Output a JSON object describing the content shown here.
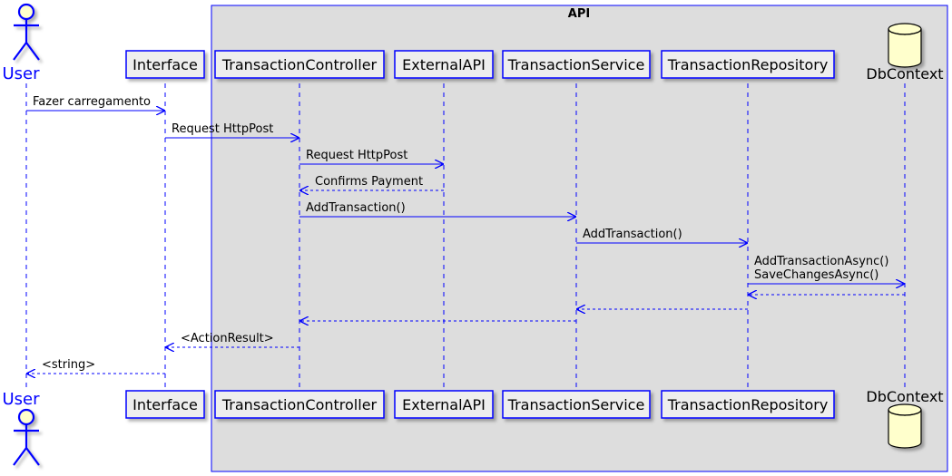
{
  "colors": {
    "line": "#0000ff",
    "box_fill": "#eeeeee",
    "group_fill": "#dddddd",
    "db_fill": "#ffffcc",
    "text": "#000000"
  },
  "group": {
    "title": "API"
  },
  "actor": {
    "name": "User",
    "icon": "stick-figure-icon"
  },
  "participants": [
    {
      "name": "Interface",
      "shape": "box"
    },
    {
      "name": "TransactionController",
      "shape": "box"
    },
    {
      "name": "ExternalAPI",
      "shape": "box"
    },
    {
      "name": "TransactionService",
      "shape": "box"
    },
    {
      "name": "TransactionRepository",
      "shape": "box"
    },
    {
      "name": "DbContext",
      "shape": "database",
      "icon": "database-icon"
    }
  ],
  "messages": [
    {
      "from": "User",
      "to": "Interface",
      "label": "Fazer carregamento",
      "style": "solid"
    },
    {
      "from": "Interface",
      "to": "TransactionController",
      "label": "Request HttpPost",
      "style": "solid"
    },
    {
      "from": "TransactionController",
      "to": "ExternalAPI",
      "label": "Request HttpPost",
      "style": "solid"
    },
    {
      "from": "ExternalAPI",
      "to": "TransactionController",
      "label": "Confirms Payment",
      "style": "dashed"
    },
    {
      "from": "TransactionController",
      "to": "TransactionService",
      "label": "AddTransaction()",
      "style": "solid"
    },
    {
      "from": "TransactionService",
      "to": "TransactionRepository",
      "label": "AddTransaction()",
      "style": "solid"
    },
    {
      "from": "TransactionRepository",
      "to": "DbContext",
      "label": "AddTransactionAsync()\nSaveChangesAsync()",
      "style": "solid"
    },
    {
      "from": "DbContext",
      "to": "TransactionRepository",
      "label": "",
      "style": "dashed"
    },
    {
      "from": "TransactionRepository",
      "to": "TransactionService",
      "label": "",
      "style": "dashed"
    },
    {
      "from": "TransactionService",
      "to": "TransactionController",
      "label": "",
      "style": "dashed"
    },
    {
      "from": "TransactionController",
      "to": "Interface",
      "label": "<ActionResult>",
      "style": "dashed"
    },
    {
      "from": "Interface",
      "to": "User",
      "label": "<string>",
      "style": "dashed"
    }
  ]
}
